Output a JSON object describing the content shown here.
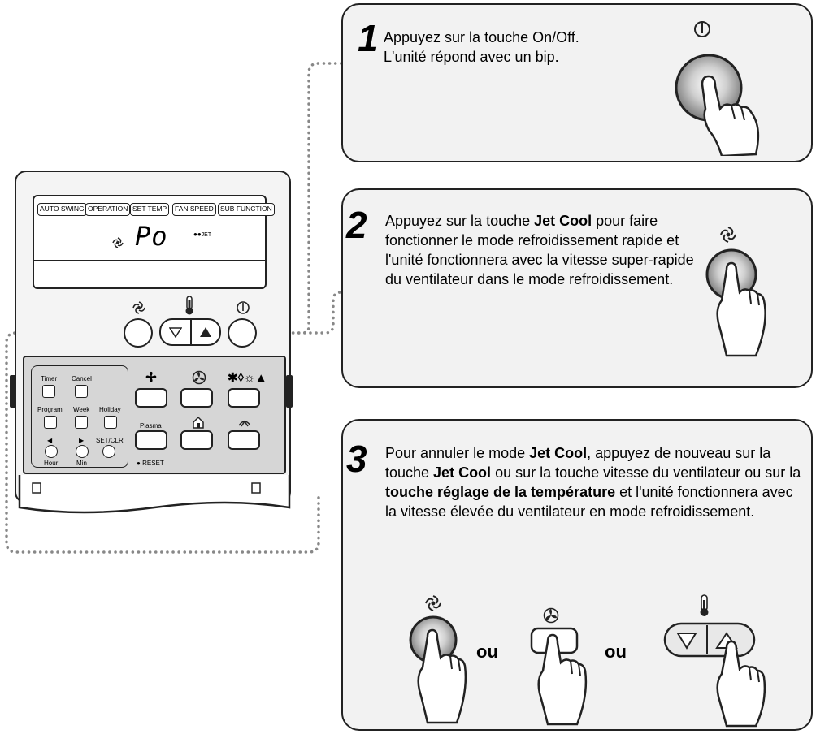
{
  "remote": {
    "lcd_tags": [
      "AUTO SWING",
      "OPERATION",
      "SET TEMP",
      "FAN SPEED",
      "SUB FUNCTION"
    ],
    "display_code": "Po",
    "jet_label": "JET",
    "buttons": {
      "timer": "Timer",
      "cancel": "Cancel",
      "program": "Program",
      "week": "Week",
      "holiday": "Holiday",
      "hour": "Hour",
      "min": "Min",
      "set_clr": "SET/CLR",
      "plasma": "Plasma",
      "reset": "RESET"
    }
  },
  "steps": [
    {
      "number": "1",
      "lines": [
        "Appuyez sur la touche On/Off.",
        "L'unité répond avec un bip."
      ]
    },
    {
      "number": "2",
      "p1": "Appuyez sur la touche ",
      "b1": "Jet Cool",
      "p2": " pour faire fonctionner le mode refroidissement rapide et l'unité fonctionnera avec la vitesse super-rapide du ventilateur dans le mode refroidissement."
    },
    {
      "number": "3",
      "p1": "Pour annuler le mode ",
      "b1": "Jet Cool",
      "p2": ", appuyez de nouveau sur la touche ",
      "b2": "Jet Cool",
      "p3": " ou sur la touche vitesse du ventilateur ou sur la ",
      "b3": "touche réglage de la température",
      "p4": " et l'unité fonctionnera avec la vitesse élevée du ventilateur en mode refroidissement."
    }
  ],
  "or_word": "ou",
  "icons": {
    "power": "power-icon",
    "jet_cool": "jet-cool-icon",
    "fan": "fan-icon",
    "thermometer": "thermometer-icon",
    "hand": "hand-pointer-icon"
  }
}
